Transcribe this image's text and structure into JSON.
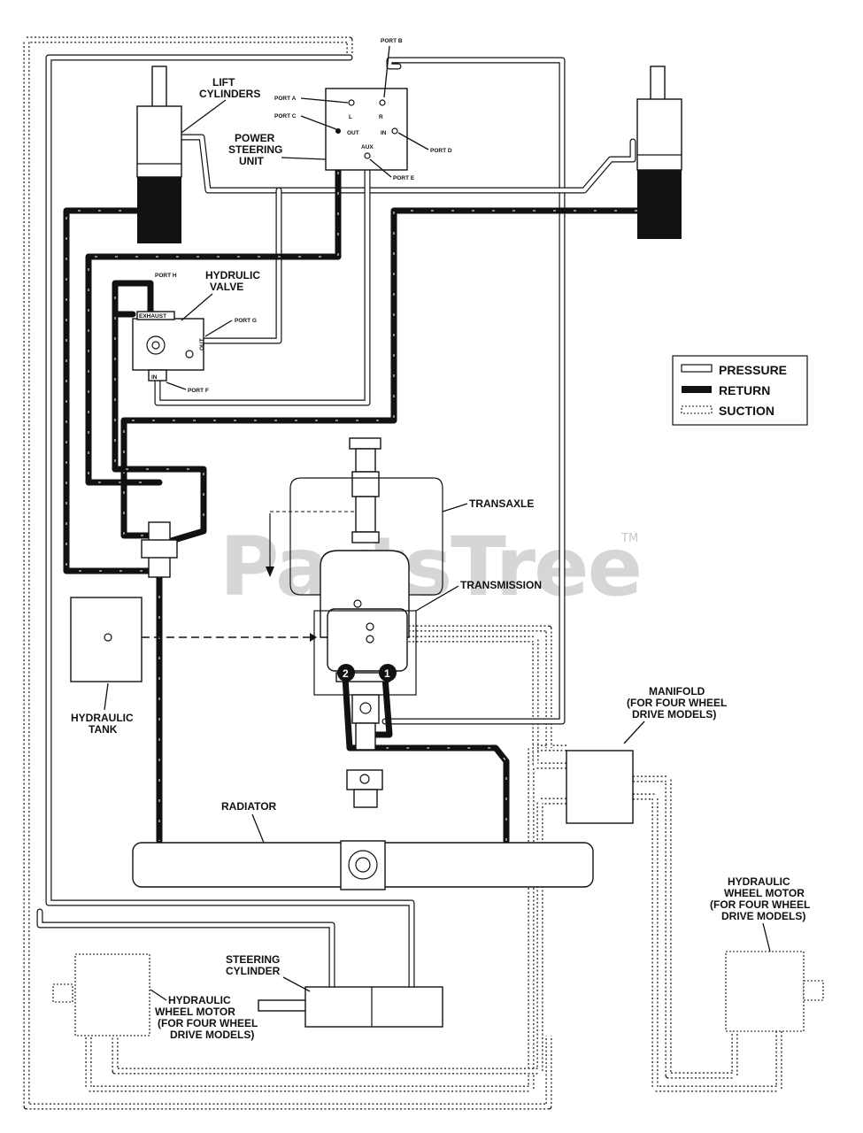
{
  "watermark": {
    "brand": "PartsTree",
    "trademark": "TM"
  },
  "legend": {
    "pressure": "PRESSURE",
    "return": "RETURN",
    "suction": "SUCTION"
  },
  "components": {
    "lift_cylinders": [
      "LIFT",
      "CYLINDERS"
    ],
    "power_steering_unit": [
      "POWER",
      "STEERING",
      "UNIT"
    ],
    "hydraulic_valve": [
      "HYDRULIC",
      "VALVE"
    ],
    "transaxle": "TRANSAXLE",
    "transmission": "TRANSMISSION",
    "hydraulic_tank": [
      "HYDRAULIC",
      "TANK"
    ],
    "radiator": "RADIATOR",
    "manifold": [
      "MANIFOLD",
      "(FOR FOUR WHEEL",
      "DRIVE MODELS)"
    ],
    "steering_cylinder": [
      "STEERING",
      "CYLINDER"
    ],
    "wheel_motor_left": [
      "HYDRAULIC",
      "WHEEL MOTOR",
      "(FOR FOUR WHEEL",
      "DRIVE MODELS)"
    ],
    "wheel_motor_right": [
      "HYDRAULIC",
      "WHEEL MOTOR",
      "(FOR FOUR WHEEL",
      "DRIVE MODELS)"
    ]
  },
  "ports": {
    "port_a": "PORT A",
    "port_b": "PORT B",
    "port_c": "PORT C",
    "port_d": "PORT D",
    "port_e": "PORT E",
    "port_f": "PORT F",
    "port_g": "PORT G",
    "port_h": "PORT H",
    "psu_l": "L",
    "psu_r": "R",
    "psu_out": "OUT",
    "psu_in": "IN",
    "psu_aux": "AUX",
    "valve_exhaust": "EXHAUST",
    "valve_out": "OUT",
    "valve_in": "IN"
  },
  "callouts": {
    "one": "1",
    "two": "2"
  }
}
